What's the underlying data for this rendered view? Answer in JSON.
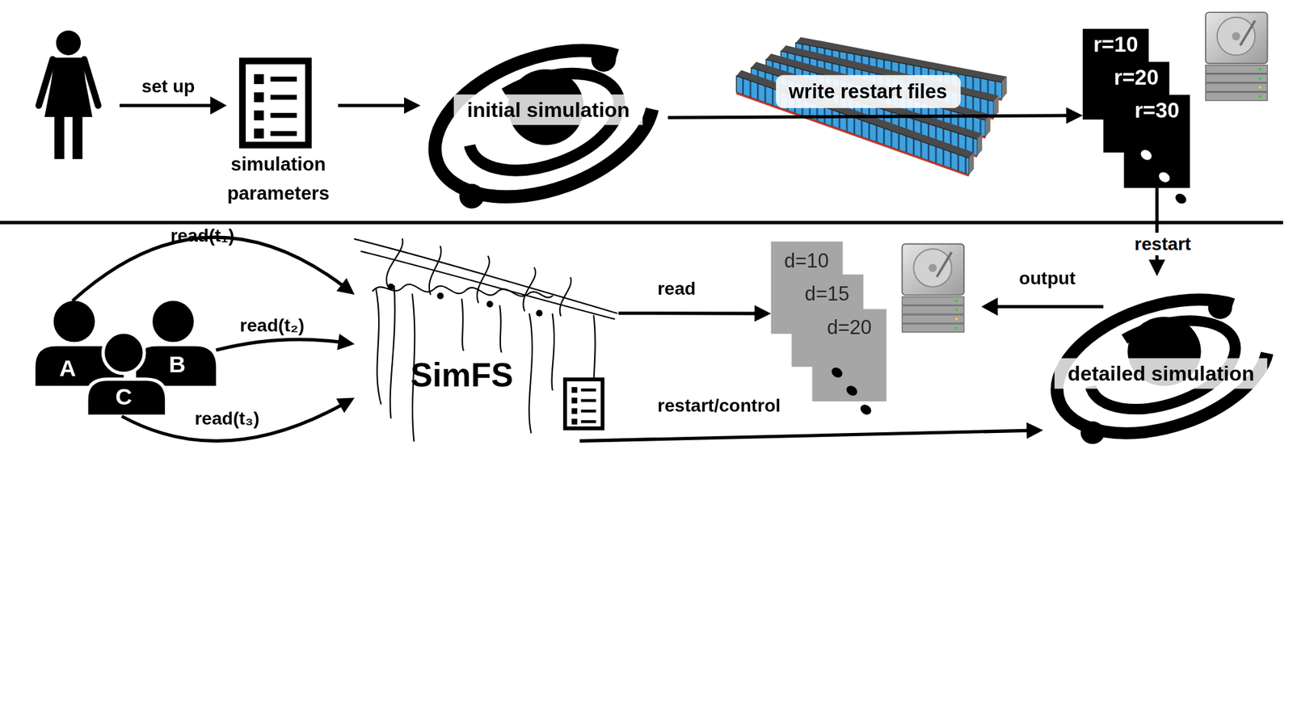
{
  "diagram": {
    "nodes": [
      {
        "text": [
          "simulation parameters"
        ]
      },
      {
        "text": [
          "initial simulation"
        ]
      },
      {
        "text": [
          "r=10"
        ]
      },
      {
        "text": [
          "r=20"
        ]
      },
      {
        "text": [
          "r=30"
        ]
      },
      {
        "text": [
          "A"
        ]
      },
      {
        "text": [
          "B"
        ]
      },
      {
        "text": [
          "C"
        ]
      },
      {
        "text": [
          "SimFS"
        ]
      },
      {
        "text": [
          "d=10"
        ]
      },
      {
        "text": [
          "d=15"
        ]
      },
      {
        "text": [
          "d=20"
        ]
      },
      {
        "text": [
          "detailed simulation"
        ]
      }
    ],
    "edges": [
      {
        "from": 0,
        "to": 1,
        "arrow": "to"
      },
      {
        "from": 1,
        "to": 2,
        "label": "write restart files",
        "arrow": "to"
      },
      {
        "from": 4,
        "to": 12,
        "label": "restart",
        "arrow": "to"
      },
      {
        "from": 5,
        "to": 8,
        "label": "read(t₁)",
        "arrow": "to"
      },
      {
        "from": 6,
        "to": 8,
        "label": "read(t₂)",
        "arrow": "to"
      },
      {
        "from": 7,
        "to": 8,
        "label": "read(t₃)",
        "arrow": "to"
      },
      {
        "from": 8,
        "to": 9,
        "label": "read",
        "arrow": "to"
      },
      {
        "from": 8,
        "to": 12,
        "label": "restart/control",
        "arrow": "to"
      }
    ],
    "labels": [
      "set up",
      "output"
    ]
  }
}
